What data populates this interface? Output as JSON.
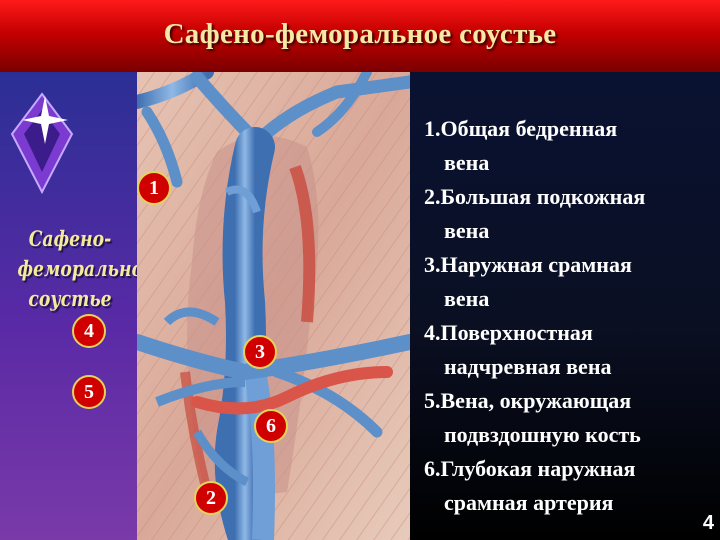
{
  "slide": {
    "title": "Сафено-феморальное соустье",
    "side_label": [
      "Сафено-",
      "феморальное",
      "соустье"
    ],
    "page_number": "4"
  },
  "legend": [
    "1.Общая бедренная",
    "вена",
    "2.Большая подкожная",
    "вена",
    "3.Наружная срамная",
    "вена",
    "4.Поверхностная",
    "надчревная вена",
    "5.Вена, окружающая",
    "подвздошную кость",
    "6.Глубокая наружная",
    "срамная артерия"
  ],
  "markers": [
    "1",
    "2",
    "3",
    "4",
    "5",
    "6"
  ],
  "colors": {
    "header_red": "#c40000",
    "title_yellow": "#f6e9a6",
    "badge_red": "#d10000",
    "vein_blue": "#5d8fc9",
    "artery_red": "#d9554a"
  }
}
